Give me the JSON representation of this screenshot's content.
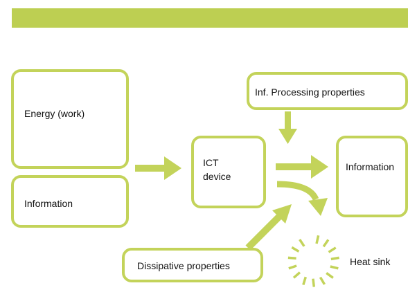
{
  "nodes": {
    "energy": "Energy (work)",
    "information_in": "Information",
    "ict_line1": "ICT",
    "ict_line2": "device",
    "inf_processing": "Inf. Processing properties",
    "information_out": "Information",
    "dissipative": "Dissipative properties",
    "heat_sink": "Heat sink"
  },
  "colors": {
    "accent": "#c3d35a",
    "banner": "#bdcf52",
    "text": "#111111"
  }
}
